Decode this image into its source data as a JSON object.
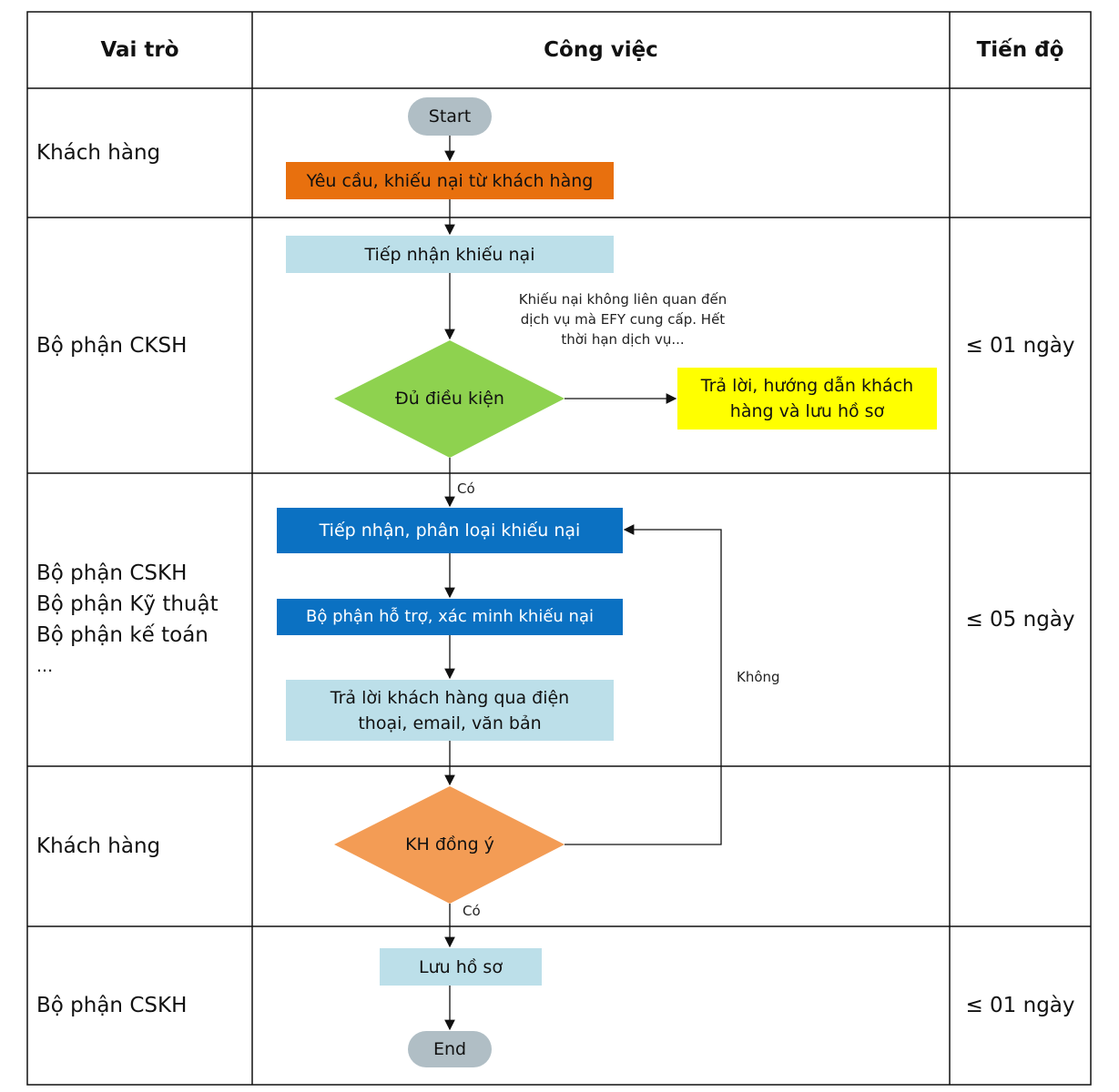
{
  "header": {
    "role": "Vai trò",
    "task": "Công việc",
    "progress": "Tiến độ"
  },
  "rows": [
    {
      "roles": [
        "Khách hàng"
      ],
      "progress": ""
    },
    {
      "roles": [
        "Bộ phận CKSH"
      ],
      "progress": "≤ 01 ngày"
    },
    {
      "roles": [
        "Bộ phận CSKH",
        "Bộ phận Kỹ thuật",
        "Bộ phận kế toán",
        "..."
      ],
      "progress": "≤ 05 ngày"
    },
    {
      "roles": [
        "Khách hàng"
      ],
      "progress": ""
    },
    {
      "roles": [
        "Bộ phận CSKH"
      ],
      "progress": "≤ 01 ngày"
    }
  ],
  "nodes": {
    "start": "Start",
    "request": "Yêu cầu, khiếu nại từ khách hàng",
    "receive": "Tiếp nhận khiếu nại",
    "eligible": "Đủ điều kiện",
    "answer_guide": "Trả lời, hướng dẫn khách hàng và lưu hồ sơ",
    "classify": "Tiếp nhận, phân loại khiếu nại",
    "support": "Bộ phận hỗ trợ, xác minh khiếu nại",
    "reply": "Trả lời khách hàng qua điện thoại, email, văn bản",
    "agree": "KH đồng ý",
    "archive": "Lưu hồ sơ",
    "end": "End"
  },
  "notes": {
    "ineligible": "Khiếu nại không liên quan đến dịch vụ mà EFY cung cấp. Hết thời hạn dịch vụ..."
  },
  "edge_labels": {
    "yes1": "Có",
    "no": "Không",
    "yes2": "Có"
  },
  "colors": {
    "orange_box": "#e8700e",
    "light_blue": "#bcdfe9",
    "green_diamond": "#8ed24f",
    "yellow_box": "#ffff00",
    "blue_box": "#0b71c2",
    "orange_diamond": "#f39c55",
    "pill": "#b0bec5"
  }
}
